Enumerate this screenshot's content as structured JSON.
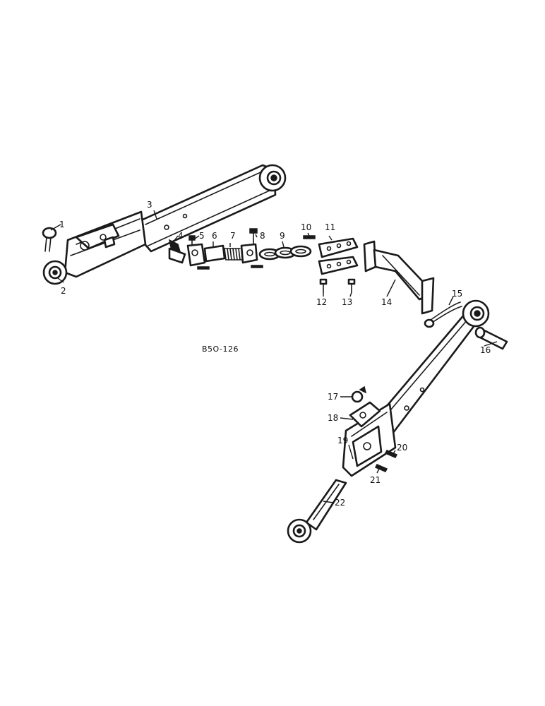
{
  "figure_code": "B5O-126",
  "callouts": [
    "1",
    "2",
    "3",
    "4",
    "5",
    "6",
    "7",
    "8",
    "9",
    "10",
    "11",
    "12",
    "13",
    "14",
    "15",
    "16",
    "17",
    "18",
    "19",
    "20",
    "21",
    "22"
  ]
}
